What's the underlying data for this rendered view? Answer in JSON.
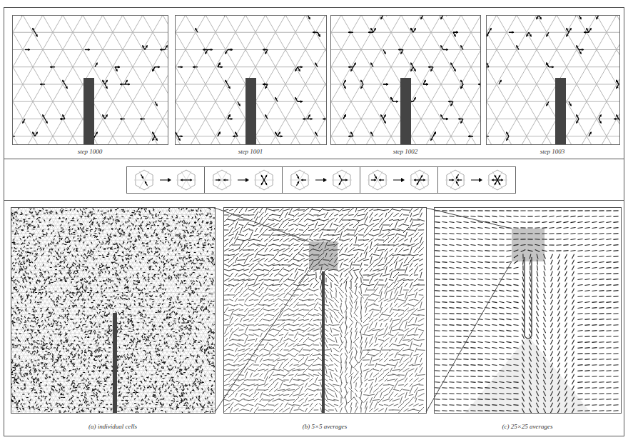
{
  "diagram": {
    "labels": [
      "step 1000",
      "step 1001",
      "step 1002",
      "step 1003",
      "(a) individual cells",
      "(b) 5×5 averages",
      "(c) 25×25 averages"
    ]
  }
}
